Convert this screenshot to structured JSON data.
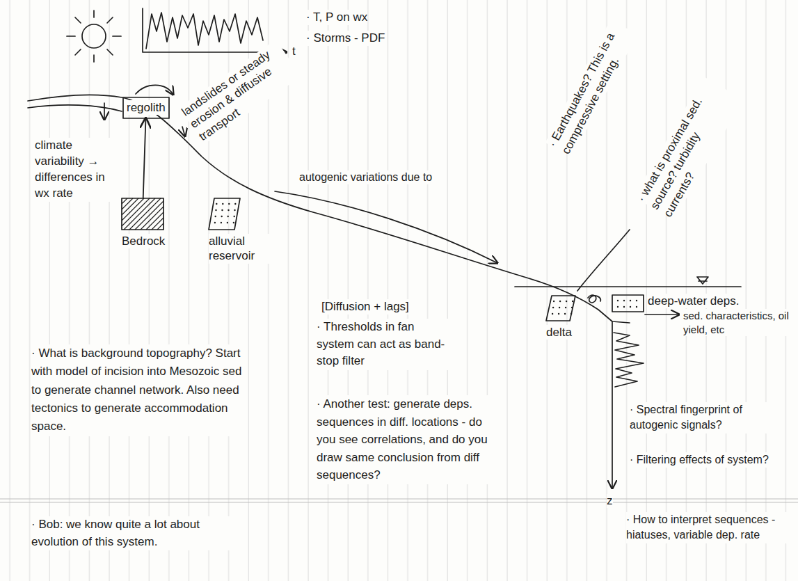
{
  "diagram": {
    "nodes": [
      {
        "text": [
          "regolith"
        ]
      },
      {
        "text": [
          "Bedrock"
        ]
      },
      {
        "text": [
          "alluvial reservoir"
        ]
      },
      {
        "text": [
          "delta"
        ]
      },
      {
        "text": [
          "deep-water deps."
        ]
      }
    ],
    "edges": [
      {
        "from": 1,
        "to": 0,
        "arrow": "to"
      }
    ],
    "labels": [
      "· T, P on wx",
      "· Storms - PDF",
      "t",
      "climate variability → differences in wx rate",
      "landslides or steady erosion & diffusive transport",
      "autogenic variations due to",
      "[Diffusion + lags]",
      "· Thresholds in fan system can act as band-stop filter",
      "· Another test: generate deps. sequences in diff. locations - do you see correlations, and do you draw same conclusion from diff sequences?",
      "· What is background topography? Start with model of incision into Mesozoic sed to generate channel network. Also need tectonics to generate accommodation space.",
      "· Bob: we know quite a lot about evolution of this system.",
      "· Earthquakes? This is a compressive setting.",
      "· what is proximal sed. source? turbidity currents?",
      "sed. characteristics, oil yield, etc",
      "z",
      "· Spectral fingerprint of autogenic signals?",
      "· Filtering effects of system?",
      "· How to interpret sequences - hiatuses, variable dep. rate"
    ]
  }
}
